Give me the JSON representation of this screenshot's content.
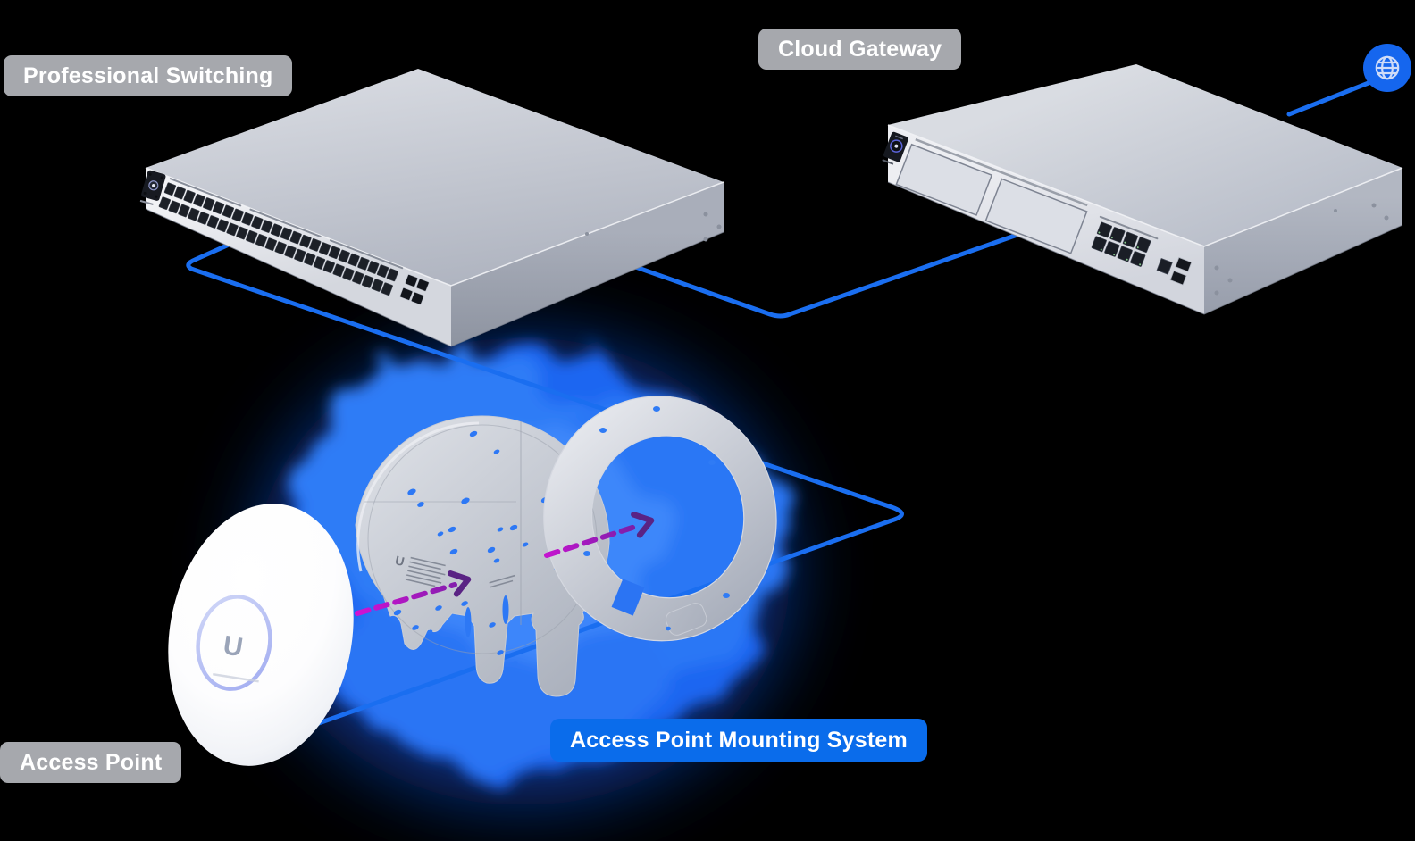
{
  "scene": {
    "labels": {
      "professional_switching": "Professional Switching",
      "cloud_gateway": "Cloud Gateway",
      "access_point": "Access Point",
      "mounting_system": "Access Point Mounting System"
    },
    "icons": {
      "globe": {
        "name": "globe-icon",
        "glyph": "🌐",
        "meaning": "internet uplink"
      }
    },
    "colors": {
      "background": "#000000",
      "label_gray_bg": "#a6a8ad",
      "label_blue_bg": "#0a6ceb",
      "label_text": "#ffffff",
      "connection_blue": "#1a6ef0",
      "globe_circle_blue": "#1566ee",
      "glow_blue_core": "#3f8afa",
      "glow_blue_mid": "#1e66f1",
      "arrow_magenta": "#d112d3",
      "arrow_purple": "#5a2384",
      "device_gray_top": "#d3d6dd",
      "device_gray_front": "#eff1f5",
      "device_gray_side": "#9aa0ad"
    },
    "devices": {
      "switch": {
        "label_ref": "professional_switching",
        "port_rows": 2,
        "ports_per_row": 24,
        "sfp_ports": 4
      },
      "gateway": {
        "label_ref": "cloud_gateway",
        "lan_ports": 8,
        "sfp_ports": 2,
        "wan_ports": 1
      },
      "access_point": {
        "logo_glyph": "U"
      },
      "mount_plate": {
        "logo_glyph": "U"
      }
    }
  }
}
